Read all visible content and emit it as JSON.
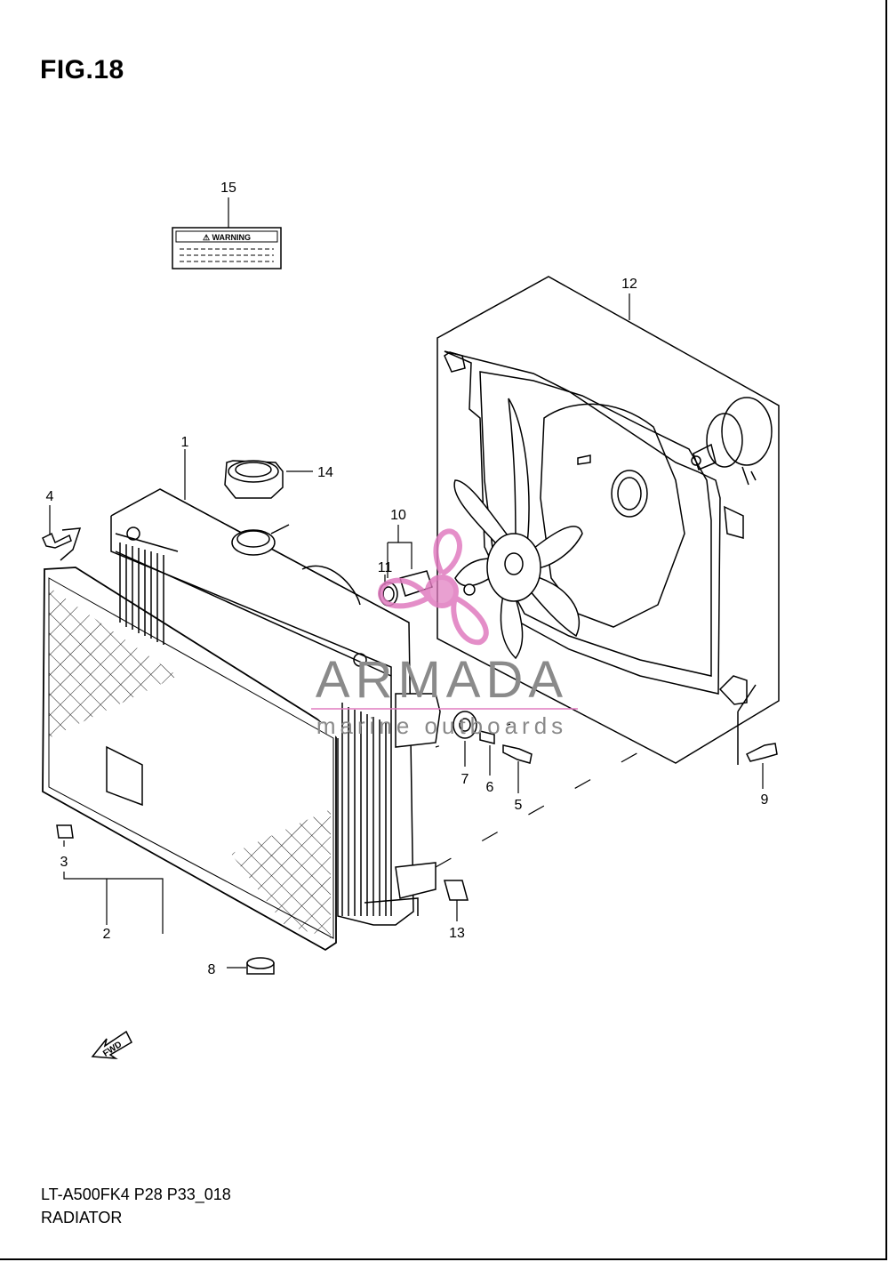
{
  "header": {
    "figure": "FIG.18"
  },
  "footer": {
    "model_code": "LT-A500FK4 P28 P33_018",
    "title": "RADIATOR"
  },
  "warning_label": {
    "text": "⚠ WARNING"
  },
  "watermark": {
    "brand": "ARMADA",
    "tagline": "marine outboards",
    "color": "#e07bbf"
  },
  "callouts": [
    {
      "id": "c1",
      "text": "1"
    },
    {
      "id": "c2",
      "text": "2"
    },
    {
      "id": "c3",
      "text": "3"
    },
    {
      "id": "c4",
      "text": "4"
    },
    {
      "id": "c5",
      "text": "5"
    },
    {
      "id": "c6",
      "text": "6"
    },
    {
      "id": "c7",
      "text": "7"
    },
    {
      "id": "c8",
      "text": "8"
    },
    {
      "id": "c9",
      "text": "9"
    },
    {
      "id": "c10",
      "text": "10"
    },
    {
      "id": "c11",
      "text": "11"
    },
    {
      "id": "c12",
      "text": "12"
    },
    {
      "id": "c13",
      "text": "13"
    },
    {
      "id": "c14",
      "text": "14"
    },
    {
      "id": "c15",
      "text": "15"
    }
  ],
  "fwd_arrow": {
    "text": "FWD"
  }
}
